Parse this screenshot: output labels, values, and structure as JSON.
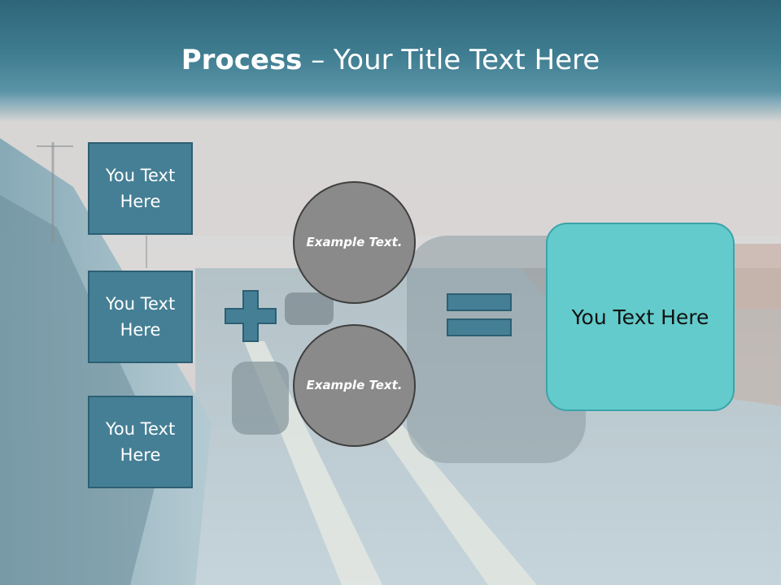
{
  "slide": {
    "title_bold": "Process",
    "title_rest": " – Your Title Text Here",
    "left_boxes": [
      {
        "label": "You Text Here"
      },
      {
        "label": "You Text Here"
      },
      {
        "label": "You Text Here"
      }
    ],
    "circles": [
      {
        "label": "Example Text."
      },
      {
        "label": "Example Text."
      }
    ],
    "result_label": "You Text Here",
    "operators": {
      "plus": "plus-icon",
      "equals": "equals-icon"
    }
  },
  "colors": {
    "title_bar": "#3f7d91",
    "box_fill": "#457f95",
    "box_border": "#2d5f73",
    "circle_fill": "#8a8a8a",
    "result_fill": "#63cbcb",
    "result_border": "#3aa4aa"
  }
}
